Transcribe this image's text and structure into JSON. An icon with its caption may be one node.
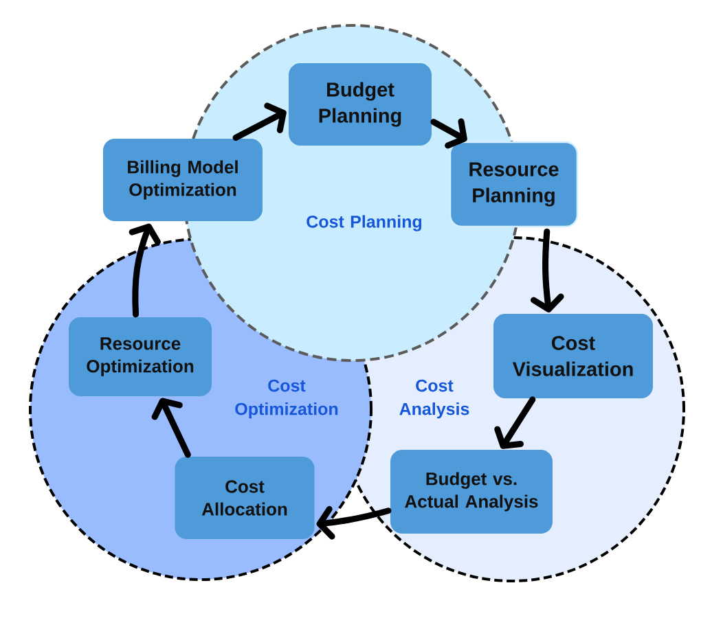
{
  "diagram": {
    "nodes": [
      {
        "text": [
          "Cost Planning"
        ]
      },
      {
        "text": [
          "Budget Planning"
        ],
        "in": 0
      },
      {
        "text": [
          "Billing Model Optimization"
        ]
      },
      {
        "text": [
          "Resource Planning"
        ]
      },
      {
        "text": [
          "Cost Optimization"
        ]
      },
      {
        "text": [
          "Resource Optimization"
        ],
        "in": 4
      },
      {
        "text": [
          "Cost Analysis"
        ]
      },
      {
        "text": [
          "Cost Visualization"
        ],
        "in": 6
      },
      {
        "text": [
          "Cost Allocation"
        ],
        "in": 4
      },
      {
        "text": [
          "Budget vs. Actual Analysis"
        ],
        "in": 6
      }
    ],
    "edges": [
      {
        "from": 1,
        "to": 3,
        "arrow": "to"
      },
      {
        "from": 3,
        "to": 7,
        "arrow": "to"
      },
      {
        "from": 7,
        "to": 9,
        "arrow": "to"
      },
      {
        "from": 9,
        "to": 8,
        "arrow": "to"
      },
      {
        "from": 8,
        "to": 5,
        "arrow": "to"
      },
      {
        "from": 5,
        "to": 2,
        "arrow": "to"
      },
      {
        "from": 2,
        "to": 1,
        "arrow": "to"
      }
    ]
  }
}
